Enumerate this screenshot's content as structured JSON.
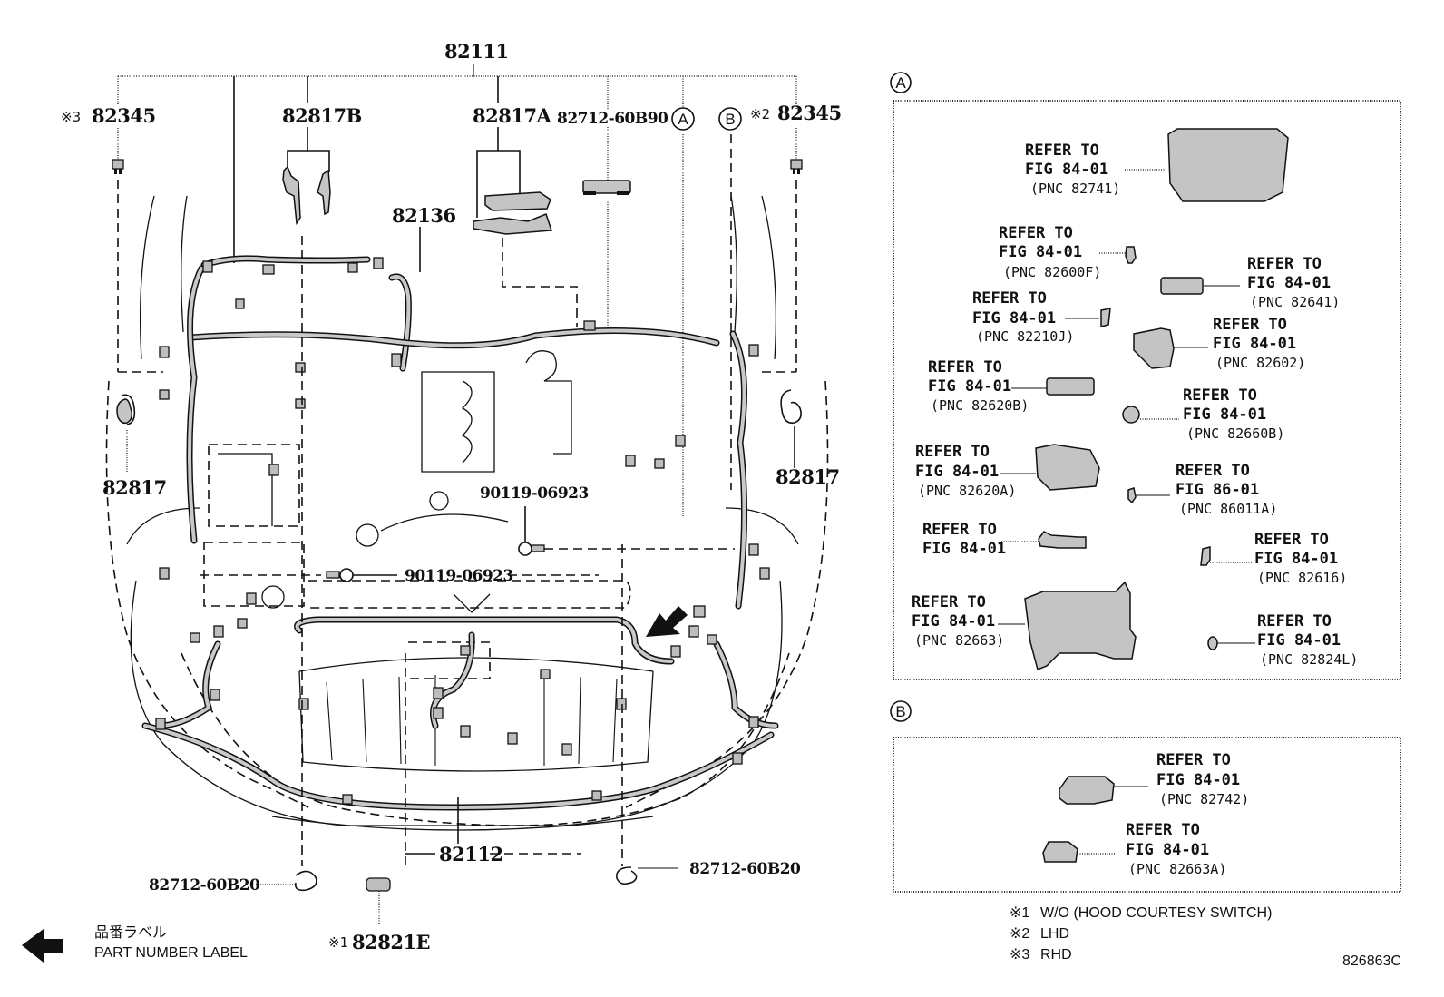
{
  "diagram": {
    "illustration_id": "826863C",
    "main_callouts": {
      "top_harness": "82111",
      "bottom_harness": "82112",
      "clamp_top_right_no": "82817A",
      "clamp_top_left_no": "82817B",
      "wire_82136": "82136",
      "protector_top": "82712-60B90",
      "bolt_upper": "90119-06923",
      "bolt_lower": "90119-06923",
      "clip_left": "82817",
      "clip_right": "82817",
      "clamp_bottom_left": "82712-60B20",
      "clamp_bottom_right": "82712-60B20",
      "relay_left_mark": "※3",
      "relay_left": "82345",
      "relay_right_mark": "※2",
      "relay_right": "82345",
      "switch_mark": "※1",
      "switch": "82821E",
      "ref_a": "A",
      "ref_b": "B"
    },
    "legend": {
      "arrow_label_jp": "品番ラベル",
      "arrow_label_en": "PART NUMBER LABEL"
    },
    "notes": [
      {
        "mark": "※1",
        "text": "W/O (HOOD COURTESY SWITCH)"
      },
      {
        "mark": "※2",
        "text": "LHD"
      },
      {
        "mark": "※3",
        "text": "RHD"
      }
    ]
  },
  "panel_a": {
    "label": "A",
    "items": [
      {
        "line1": "REFER TO",
        "line2": "FIG 84-01",
        "pnc": "(PNC 82741)"
      },
      {
        "line1": "REFER TO",
        "line2": "FIG 84-01",
        "pnc": "(PNC 82600F)"
      },
      {
        "line1": "REFER TO",
        "line2": "FIG 84-01",
        "pnc": "(PNC 82641)"
      },
      {
        "line1": "REFER TO",
        "line2": "FIG 84-01",
        "pnc": "(PNC 82210J)"
      },
      {
        "line1": "REFER TO",
        "line2": "FIG 84-01",
        "pnc": "(PNC 82602)"
      },
      {
        "line1": "REFER TO",
        "line2": "FIG 84-01",
        "pnc": "(PNC 82620B)"
      },
      {
        "line1": "REFER TO",
        "line2": "FIG 84-01",
        "pnc": "(PNC 82660B)"
      },
      {
        "line1": "REFER TO",
        "line2": "FIG 84-01",
        "pnc": "(PNC 82620A)"
      },
      {
        "line1": "REFER TO",
        "line2": "FIG 86-01",
        "pnc": "(PNC 86011A)"
      },
      {
        "line1": "REFER TO",
        "line2": "FIG 84-01",
        "pnc": ""
      },
      {
        "line1": "REFER TO",
        "line2": "FIG 84-01",
        "pnc": "(PNC 82616)"
      },
      {
        "line1": "REFER TO",
        "line2": "FIG 84-01",
        "pnc": "(PNC 82663)"
      },
      {
        "line1": "REFER TO",
        "line2": "FIG 84-01",
        "pnc": "(PNC 82824L)"
      }
    ]
  },
  "panel_b": {
    "label": "B",
    "items": [
      {
        "line1": "REFER TO",
        "line2": "FIG 84-01",
        "pnc": "(PNC 82742)"
      },
      {
        "line1": "REFER TO",
        "line2": "FIG 84-01",
        "pnc": "(PNC 82663A)"
      }
    ]
  }
}
